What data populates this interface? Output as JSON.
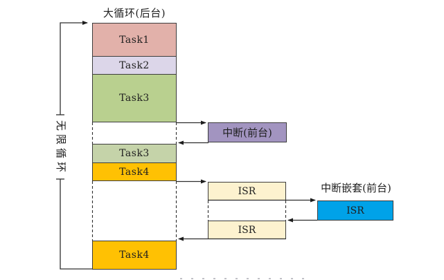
{
  "background": {
    "title": "大循环(后台)",
    "loop_label": "无限循环",
    "blocks": [
      {
        "label": "Task1",
        "color": "#e2b1aa"
      },
      {
        "label": "Task2",
        "color": "#dcd6e9"
      },
      {
        "label": "Task3",
        "color": "#b9d08f"
      },
      {
        "label": "Task3",
        "color": "#c5d3a9"
      },
      {
        "label": "Task4",
        "color": "#ffc103"
      },
      {
        "label": "Task4",
        "color": "#ffc103"
      }
    ]
  },
  "foreground": {
    "interrupt": {
      "label": "中断(前台)",
      "color": "#a294c0"
    },
    "isr_first": {
      "label": "ISR",
      "color": "#fdf2cf"
    },
    "isr_second": {
      "label": "ISR",
      "color": "#fdf2cf"
    },
    "nested": {
      "title": "中断嵌套(前台)",
      "label": "ISR",
      "color": "#00a2e8"
    }
  },
  "line_color": "#2e2e2e"
}
